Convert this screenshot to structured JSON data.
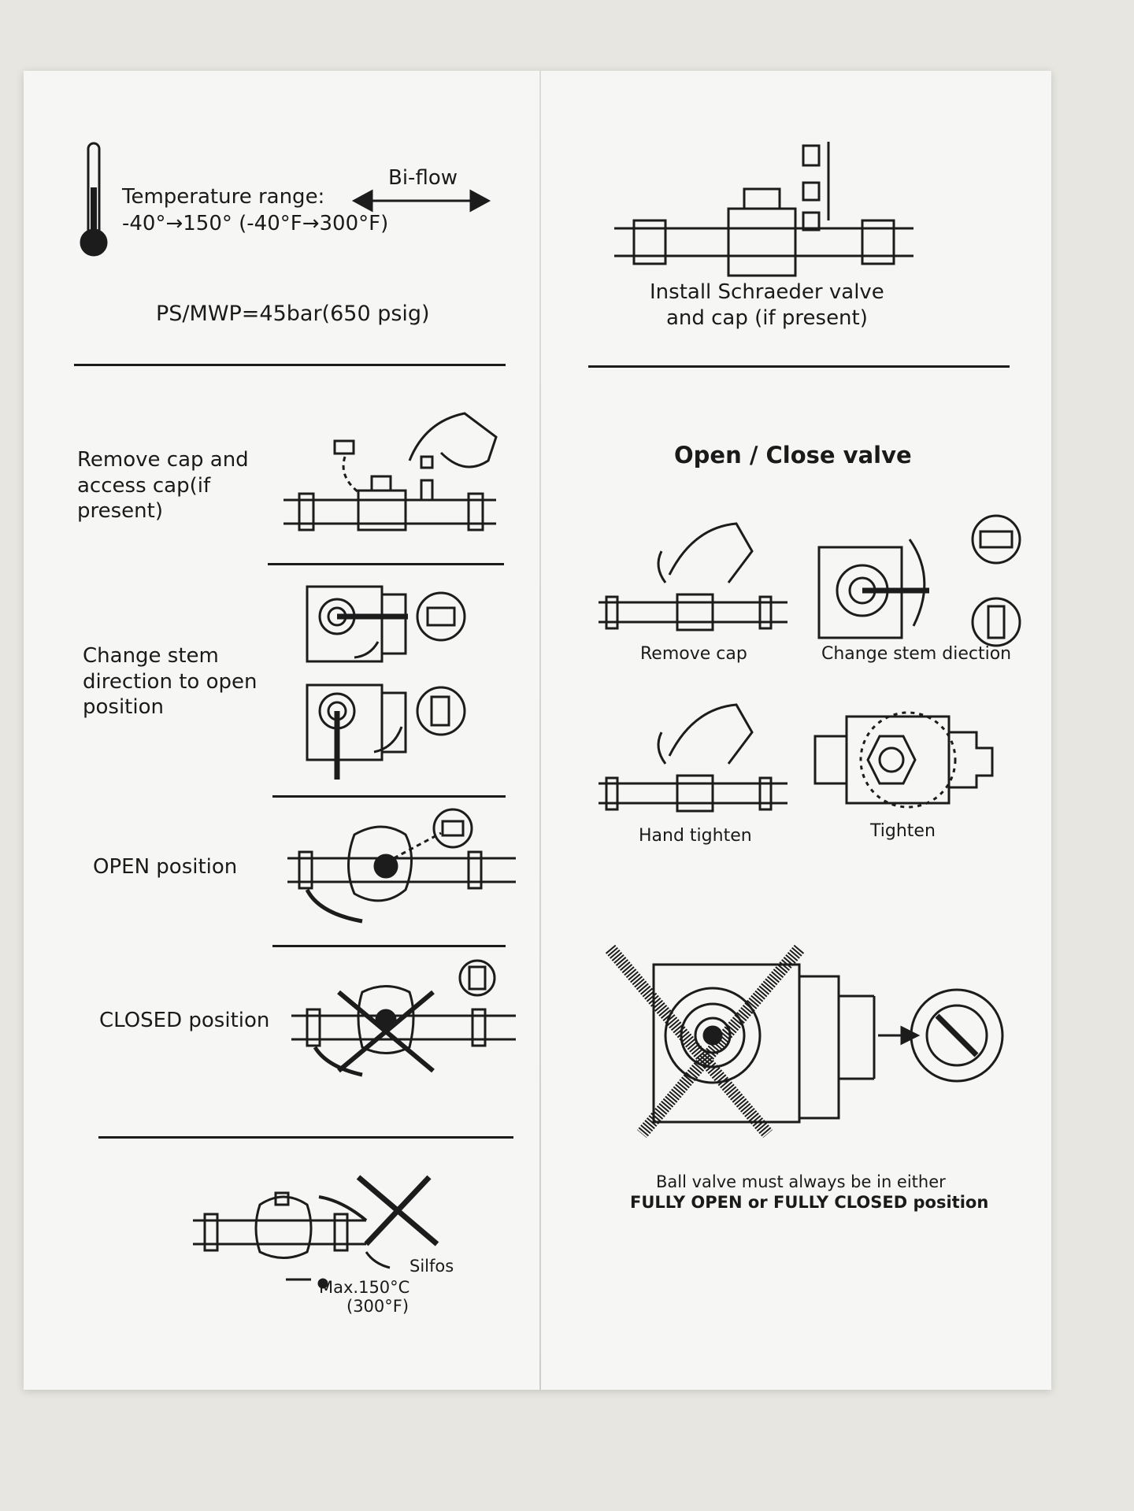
{
  "left": {
    "temperature_label": "Temperature range:",
    "temperature_value": "-40°→150° (-40°F→300°F)",
    "biflow": "Bi-flow",
    "pressure": "PS/MWP=45bar(650 psig)",
    "steps": [
      {
        "text": "Remove cap and\naccess cap(if\npresent)",
        "icon": "remove-caps-icon"
      },
      {
        "text": "Change stem\ndirection to open\nposition",
        "icon": "change-stem-icon"
      },
      {
        "text": "OPEN position",
        "icon": "open-position-icon"
      },
      {
        "text": "CLOSED position",
        "icon": "closed-position-icon"
      }
    ],
    "silfos": "Silfos",
    "max_temp": "Max.150°C",
    "max_temp_f": "(300°F)"
  },
  "right": {
    "schrader_caption": "Install Schraeder valve\nand cap (if present)",
    "section_title": "Open / Close valve",
    "captions": {
      "remove_cap": "Remove cap",
      "change_stem": "Change stem diection",
      "hand_tighten": "Hand tighten",
      "tighten": "Tighten"
    },
    "warning_line1": "Ball valve must always be in either",
    "warning_line2": "FULLY OPEN or FULLY CLOSED position"
  }
}
